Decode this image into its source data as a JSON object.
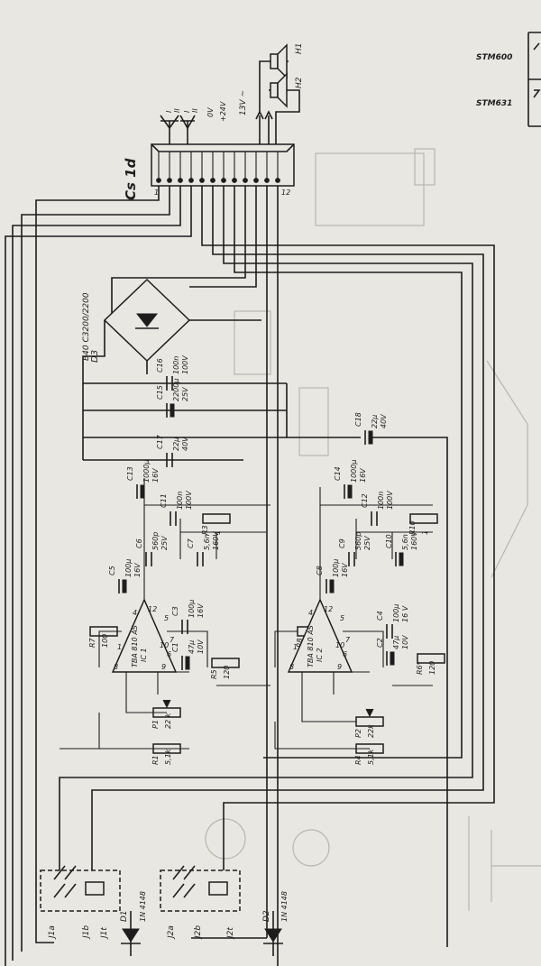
{
  "models": {
    "top": "STM600",
    "bottom": "STM631"
  },
  "connector": {
    "name": "Cs 1d",
    "pin_first": "1",
    "pin_last": "12"
  },
  "supply_labels": [
    "I",
    "II",
    "I",
    "II",
    "0V",
    "+24V"
  ],
  "supply_ac": "13V ~",
  "speakers": [
    "H1",
    "H2"
  ],
  "bridge": {
    "name": "D3",
    "type": "B40 C3200/2200"
  },
  "channel1": {
    "ic": "IC 1",
    "ic_type": "TBA 810 AS",
    "C16": {
      "name": "C16",
      "v1": "100n",
      "v2": "100V"
    },
    "C15": {
      "name": "C15",
      "v1": "2200µ",
      "v2": "25V"
    },
    "C17": {
      "name": "C17",
      "v1": "22µ",
      "v2": "40V"
    },
    "C13": {
      "name": "C13",
      "v1": "1000µ",
      "v2": "16V"
    },
    "C11": {
      "name": "C11",
      "v1": "100n",
      "v2": "100V"
    },
    "R3": {
      "name": "R3",
      "v1": "1"
    },
    "C6": {
      "name": "C6",
      "v1": "560p",
      "v2": "25V"
    },
    "C7": {
      "name": "C7",
      "v1": "5,6n",
      "v2": "160V"
    },
    "C5": {
      "name": "C5",
      "v1": "100µ",
      "v2": "16V"
    },
    "R7": {
      "name": "R7",
      "v1": "100"
    },
    "C3": {
      "name": "C3",
      "v1": "100µ",
      "v2": "16V"
    },
    "C1": {
      "name": "C1",
      "v1": "47µ",
      "v2": "10V"
    },
    "R5": {
      "name": "R5",
      "v1": "120"
    },
    "P1": {
      "name": "P1",
      "v1": "22 k"
    },
    "R1": {
      "name": "R1",
      "v1": "5,1k"
    }
  },
  "channel2": {
    "ic": "IC 2",
    "ic_type": "TBA 810 AS",
    "C18": {
      "name": "C18",
      "v1": "22µ",
      "v2": "40V"
    },
    "C14": {
      "name": "C14",
      "v1": "1000µ",
      "v2": "16V"
    },
    "C12": {
      "name": "C12",
      "v1": "100n",
      "v2": "100V"
    },
    "R10": {
      "name": "R10",
      "v1": "1"
    },
    "C8": {
      "name": "C8",
      "v1": "100µ",
      "v2": "16V"
    },
    "C9": {
      "name": "C9",
      "v1": "560p",
      "v2": "25V"
    },
    "C10": {
      "name": "C10",
      "v1": "5,6n",
      "v2": "160V"
    },
    "R8": {
      "name": "R8",
      "v1": "100"
    },
    "C4": {
      "name": "C4",
      "v1": "100µ",
      "v2": "16 V"
    },
    "C2": {
      "name": "C2",
      "v1": "47µ",
      "v2": "10V"
    },
    "R6": {
      "name": "R6*",
      "v1": "120"
    },
    "P2": {
      "name": "P2",
      "v1": "22k"
    },
    "R4": {
      "name": "R4",
      "v1": "5,1k"
    }
  },
  "ic_pins": [
    "1",
    "4",
    "12",
    "5",
    "7",
    "10",
    "6",
    "9",
    "8"
  ],
  "jacks": {
    "j1": [
      "J1a",
      "J1b",
      "J1t"
    ],
    "j2": [
      "J2a",
      "J2b",
      "J2t"
    ]
  },
  "diodes": [
    {
      "name": "D1",
      "type": "1N 4148"
    },
    {
      "name": "D2",
      "type": "1N 4148"
    }
  ]
}
